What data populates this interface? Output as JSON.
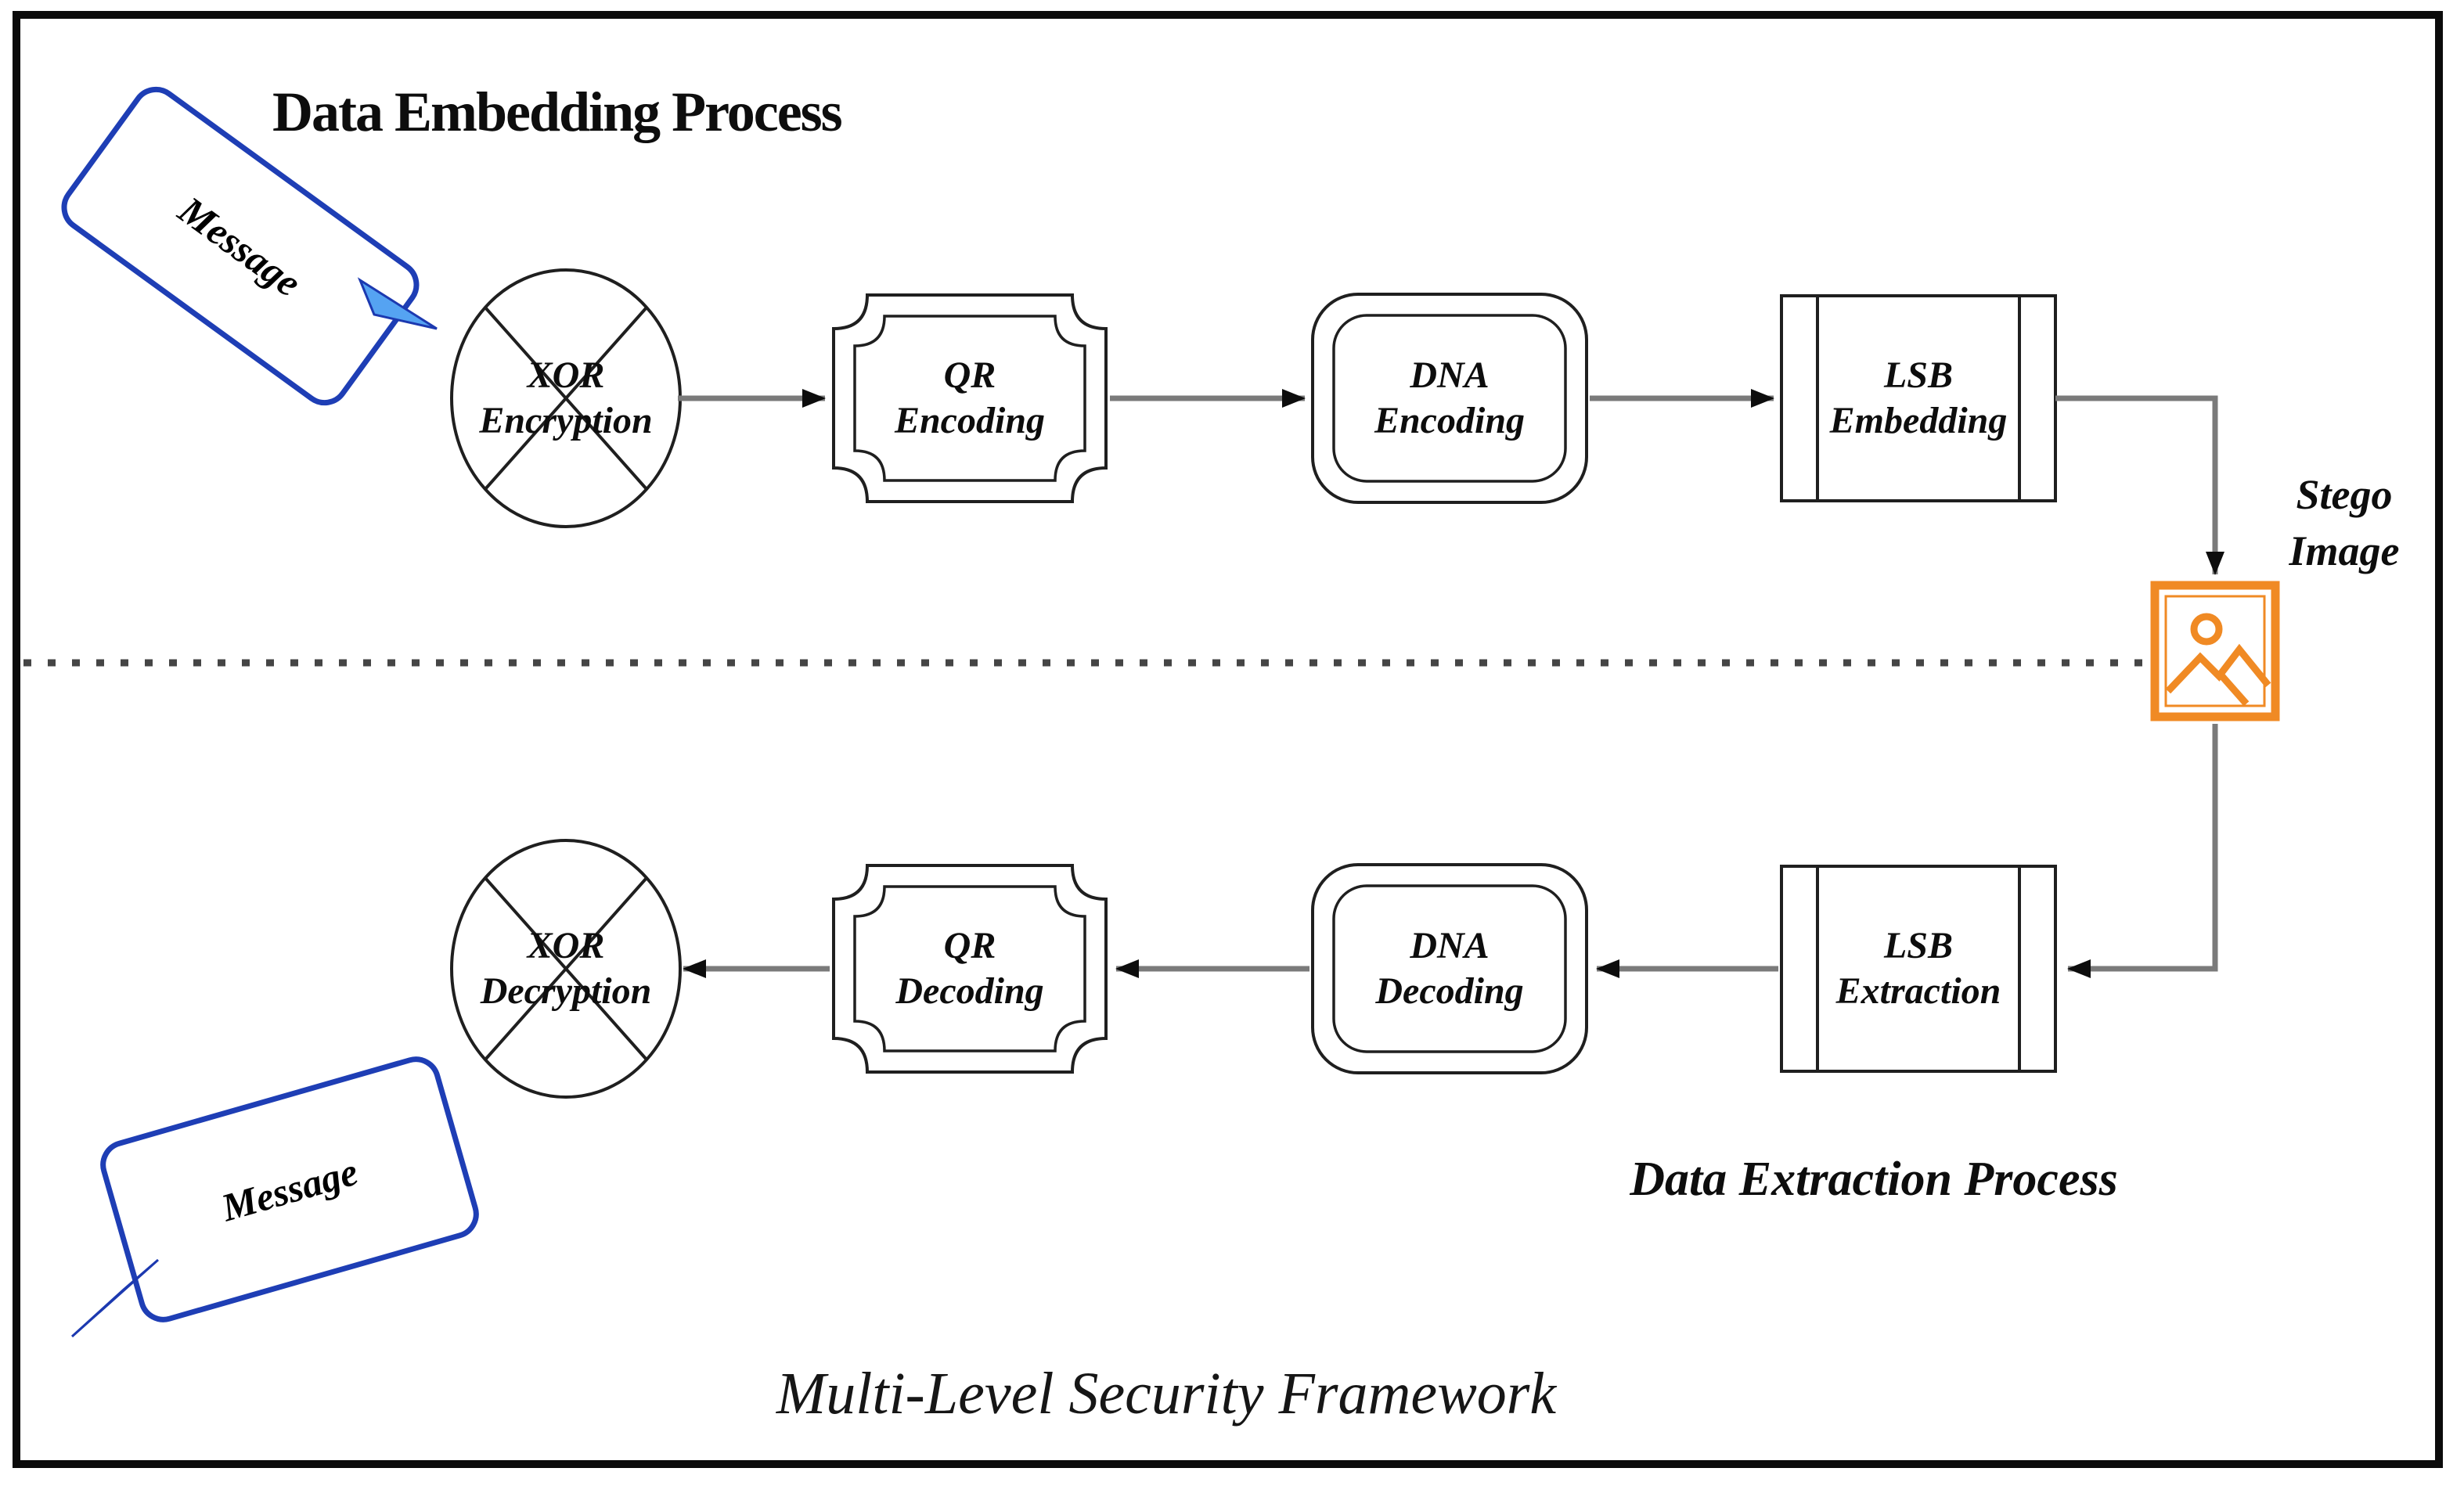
{
  "labels": {
    "embedding_process": "Data Embedding Process",
    "extraction_process": "Data Extraction Process",
    "framework_title": "Multi-Level Security Framework",
    "stego_image": {
      "lines": [
        "Stego",
        "Image"
      ]
    }
  },
  "bubbles": {
    "top": {
      "text": "Message"
    },
    "bottom": {
      "text": "Message"
    }
  },
  "nodes": {
    "xor_encryption": {
      "lines": [
        "XOR",
        "Encryption"
      ]
    },
    "qr_encoding": {
      "lines": [
        "QR",
        "Encoding"
      ]
    },
    "dna_encoding": {
      "lines": [
        "DNA",
        "Encoding"
      ]
    },
    "lsb_embedding": {
      "lines": [
        "LSB",
        "Embedding"
      ]
    },
    "lsb_extraction": {
      "lines": [
        "LSB",
        "Extraction"
      ]
    },
    "dna_decoding": {
      "lines": [
        "DNA",
        "Decoding"
      ]
    },
    "qr_decoding": {
      "lines": [
        "QR",
        "Decoding"
      ]
    },
    "xor_decryption": {
      "lines": [
        "XOR",
        "Decryption"
      ]
    }
  },
  "colors": {
    "stego_accent_orange": "#F08A24",
    "bubble_border_blue": "#1E3EB5",
    "bubble_tail_blue": "#55A3F2",
    "connector_gray": "#7A7A7A",
    "ink_black": "#0B0B0B"
  }
}
